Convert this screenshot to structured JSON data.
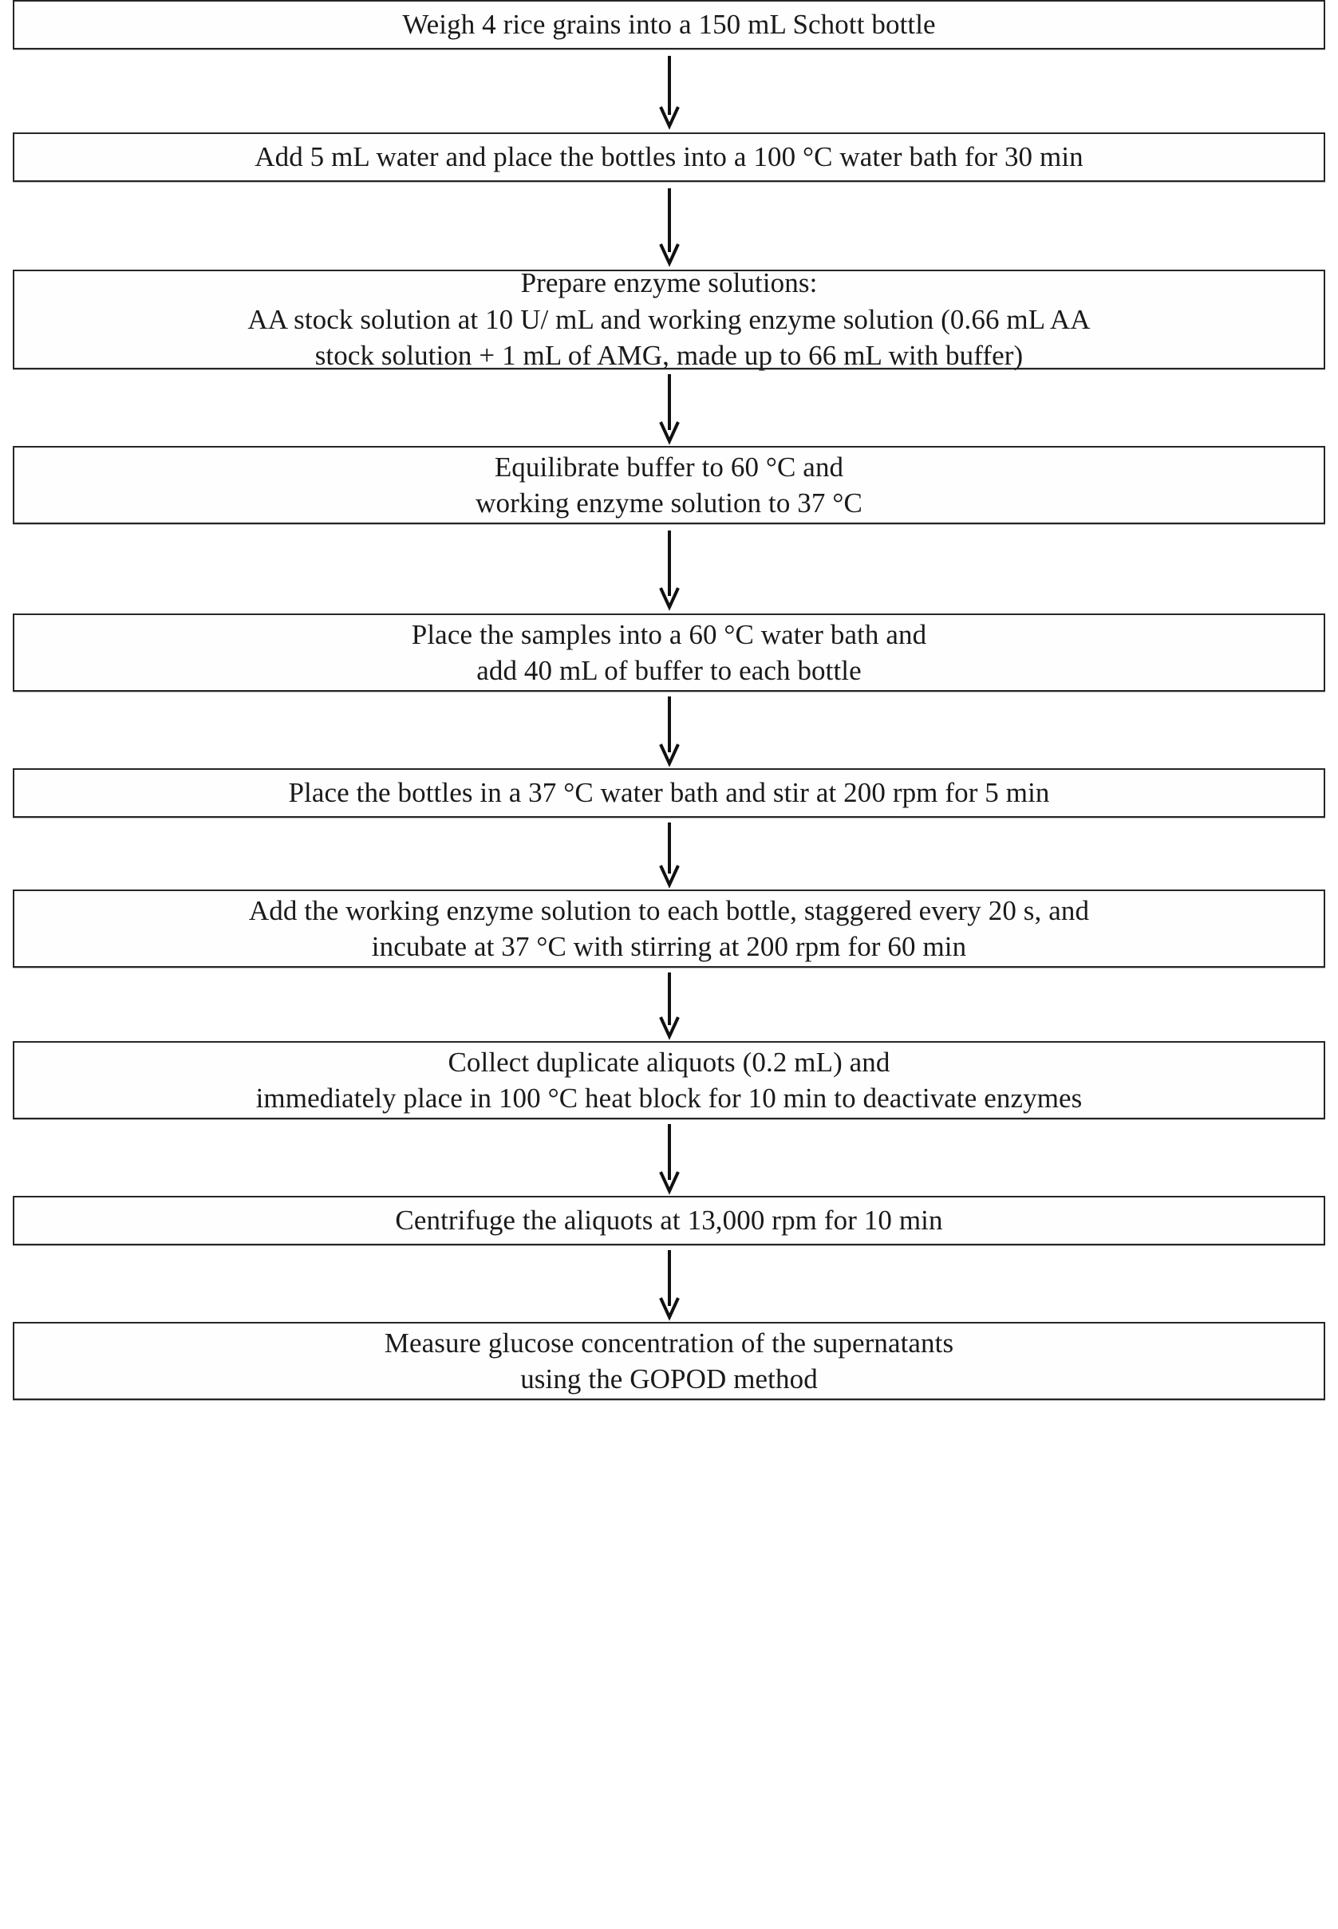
{
  "diagram": {
    "type": "flowchart",
    "orientation": "vertical",
    "title": "",
    "box_count": 10,
    "arrow_count": 9,
    "colors": {
      "box_border": "#262626",
      "box_fill": "#fefefe",
      "text": "#1a1a1a",
      "arrow": "#111111",
      "page_background": "#ffffff"
    },
    "steps": [
      {
        "index": 1,
        "name": "weigh-rice-grains",
        "text": "Weigh 4 rice grains into a 150 mL Schott bottle"
      },
      {
        "index": 2,
        "name": "add-water-water-bath",
        "text": "Add 5 mL water and place the bottles into a 100 °C water bath for 30 min"
      },
      {
        "index": 3,
        "name": "prepare-enzyme-solutions",
        "text": "Prepare enzyme solutions:\nAA stock solution at 10 U/ mL and working  enzyme solution (0.66 mL AA\nstock solution + 1 mL of AMG, made up to 66 mL with buffer)"
      },
      {
        "index": 4,
        "name": "equilibrate-buffer",
        "text": "Equilibrate buffer to 60 °C and\nworking enzyme solution to 37 °C"
      },
      {
        "index": 5,
        "name": "place-samples-add-buffer",
        "text": "Place the samples into a 60 °C water bath and\nadd 40 mL of buffer to each bottle"
      },
      {
        "index": 6,
        "name": "place-bottles-stir",
        "text": "Place the bottles in a 37 °C water bath and stir at 200 rpm for 5 min"
      },
      {
        "index": 7,
        "name": "add-working-enzyme-incubate",
        "text": "Add the working enzyme solution to each bottle, staggered every 20 s, and\nincubate at 37 °C with stirring at 200 rpm for 60 min"
      },
      {
        "index": 8,
        "name": "collect-aliquots-deactivate",
        "text": "Collect duplicate aliquots (0.2 mL) and\nimmediately place in 100 °C heat block for 10 min to deactivate enzymes"
      },
      {
        "index": 9,
        "name": "centrifuge-aliquots",
        "text": "Centrifuge the aliquots at 13,000 rpm for 10 min"
      },
      {
        "index": 10,
        "name": "measure-glucose-gopod",
        "text": "Measure glucose concentration of the supernatants\nusing the GOPOD method"
      }
    ],
    "connectors": [
      {
        "from": 1,
        "to": 2,
        "name": "arrow-down-1",
        "glyph": "down-arrow"
      },
      {
        "from": 2,
        "to": 3,
        "name": "arrow-down-2",
        "glyph": "down-arrow"
      },
      {
        "from": 3,
        "to": 4,
        "name": "arrow-down-3",
        "glyph": "down-arrow"
      },
      {
        "from": 4,
        "to": 5,
        "name": "arrow-down-4",
        "glyph": "down-arrow"
      },
      {
        "from": 5,
        "to": 6,
        "name": "arrow-down-5",
        "glyph": "down-arrow"
      },
      {
        "from": 6,
        "to": 7,
        "name": "arrow-down-6",
        "glyph": "down-arrow"
      },
      {
        "from": 7,
        "to": 8,
        "name": "arrow-down-7",
        "glyph": "down-arrow"
      },
      {
        "from": 8,
        "to": 9,
        "name": "arrow-down-8",
        "glyph": "down-arrow"
      },
      {
        "from": 9,
        "to": 10,
        "name": "arrow-down-9",
        "glyph": "down-arrow"
      }
    ]
  }
}
